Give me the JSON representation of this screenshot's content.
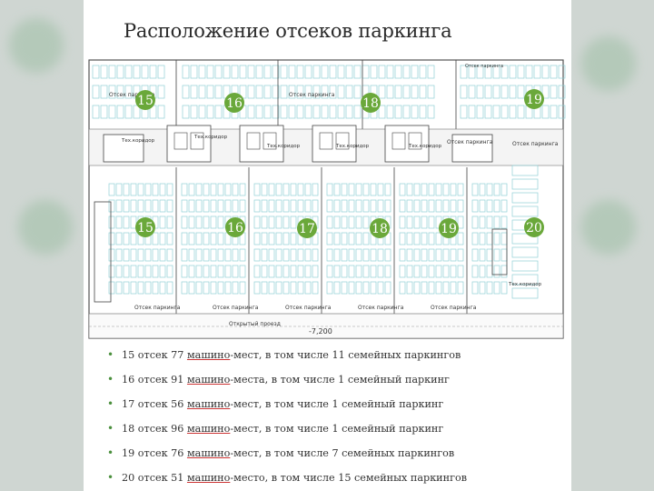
{
  "title": "Расположение отсеков паркинга",
  "plan": {
    "section_numbers_top": [
      "15",
      "16",
      "18",
      "19"
    ],
    "section_numbers_bottom": [
      "15",
      "16",
      "17",
      "18",
      "19",
      "20"
    ],
    "labels": {
      "otsek_parkinga": "Отсек паркинга",
      "tekh_koridor": "Тех.коридор",
      "otkrytyi_proezd": "Открытый проезд",
      "elevation": "-7,200",
      "top_right": "Отсек паркинга"
    },
    "colors": {
      "badge": "#6aa83a",
      "line": "#444444",
      "grid": "#8fd0d6"
    }
  },
  "bullets": [
    {
      "a": "15 отсек 77 ",
      "u": "машино",
      "b": "-мест, в том числе 11 семейных паркингов"
    },
    {
      "a": "16 отсек 91 ",
      "u": "машино",
      "b": "-места, в том числе 1 семейный паркинг"
    },
    {
      "a": "17 отсек 56 ",
      "u": "машино",
      "b": "-мест, в том числе 1 семейный паркинг"
    },
    {
      "a": "18 отсек 96 ",
      "u": "машино",
      "b": "-мест, в том числе 1 семейный паркинг"
    },
    {
      "a": "19 отсек 76 ",
      "u": "машино",
      "b": "-мест, в том числе 7 семейных паркингов"
    },
    {
      "a": "20 отсек 51 ",
      "u": "машино",
      "b": "-место, в том числе 15 семейных паркингов"
    }
  ]
}
